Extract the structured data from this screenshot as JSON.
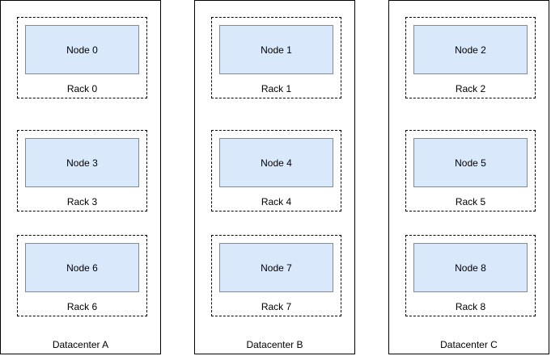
{
  "datacenters": [
    {
      "label": "Datacenter A",
      "racks": [
        {
          "label": "Rack 0",
          "node": "Node 0"
        },
        {
          "label": "Rack 3",
          "node": "Node 3"
        },
        {
          "label": "Rack 6",
          "node": "Node 6"
        }
      ]
    },
    {
      "label": "Datacenter B",
      "racks": [
        {
          "label": "Rack 1",
          "node": "Node 1"
        },
        {
          "label": "Rack 4",
          "node": "Node 4"
        },
        {
          "label": "Rack 7",
          "node": "Node 7"
        }
      ]
    },
    {
      "label": "Datacenter C",
      "racks": [
        {
          "label": "Rack 2",
          "node": "Node 2"
        },
        {
          "label": "Rack 5",
          "node": "Node 5"
        },
        {
          "label": "Rack 8",
          "node": "Node 8"
        }
      ]
    }
  ],
  "colors": {
    "node_fill": "#dae8fc",
    "node_stroke": "#6c8ebf",
    "border": "#000000"
  }
}
